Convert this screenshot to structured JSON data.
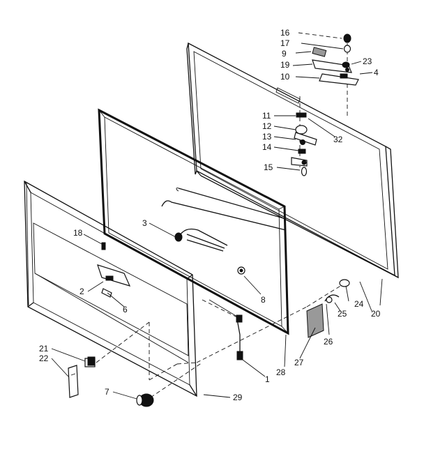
{
  "labels": {
    "l1": "1",
    "l2": "2",
    "l3": "3",
    "l4": "4",
    "l6": "6",
    "l7": "7",
    "l8": "8",
    "l9": "9",
    "l10": "10",
    "l11": "11",
    "l12": "12",
    "l13": "13",
    "l14": "14",
    "l15": "15",
    "l16": "16",
    "l17": "17",
    "l18": "18",
    "l19": "19",
    "l20": "20",
    "l21": "21",
    "l22": "22",
    "l23": "23",
    "l24": "24",
    "l25": "25",
    "l26": "26",
    "l27": "27",
    "l28": "28",
    "l29": "29",
    "l32": "32"
  }
}
